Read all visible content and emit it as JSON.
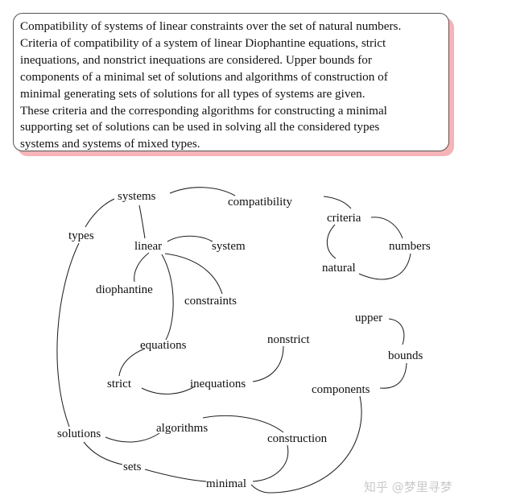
{
  "abstract": {
    "lines": [
      "Compatibility of systems of linear constraints over the set of natural numbers.",
      "Criteria of compatibility of a system of linear Diophantine equations, strict",
      "inequations, and nonstrict inequations are considered. Upper bounds for",
      "components of a minimal set of solutions and algorithms of construction of",
      "minimal generating sets of solutions for all types of systems are given.",
      "These criteria and the corresponding algorithms for constructing a minimal",
      "supporting set of solutions can be used in solving all the considered  types",
      "systems and systems of mixed types."
    ]
  },
  "word_graph": {
    "nodes": [
      {
        "id": "systems",
        "label": "systems"
      },
      {
        "id": "compatibility",
        "label": "compatibility"
      },
      {
        "id": "types",
        "label": "types"
      },
      {
        "id": "criteria",
        "label": "criteria"
      },
      {
        "id": "linear",
        "label": "linear"
      },
      {
        "id": "system",
        "label": "system"
      },
      {
        "id": "numbers",
        "label": "numbers"
      },
      {
        "id": "natural",
        "label": "natural"
      },
      {
        "id": "diophantine",
        "label": "diophantine"
      },
      {
        "id": "constraints",
        "label": "constraints"
      },
      {
        "id": "upper",
        "label": "upper"
      },
      {
        "id": "nonstrict",
        "label": "nonstrict"
      },
      {
        "id": "equations",
        "label": "equations"
      },
      {
        "id": "bounds",
        "label": "bounds"
      },
      {
        "id": "strict",
        "label": "strict"
      },
      {
        "id": "inequations",
        "label": "inequations"
      },
      {
        "id": "components",
        "label": "components"
      },
      {
        "id": "algorithms",
        "label": "algorithms"
      },
      {
        "id": "solutions",
        "label": "solutions"
      },
      {
        "id": "construction",
        "label": "construction"
      },
      {
        "id": "sets",
        "label": "sets"
      },
      {
        "id": "minimal",
        "label": "minimal"
      }
    ]
  },
  "watermark": {
    "text": "知乎 @梦里寻梦"
  }
}
